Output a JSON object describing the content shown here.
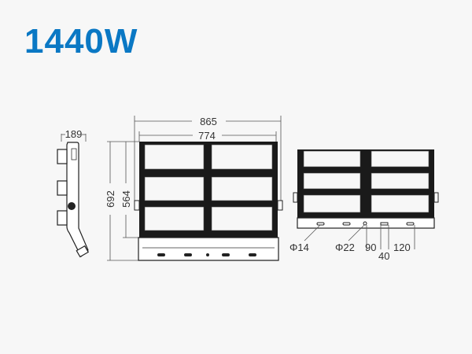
{
  "title": "1440W",
  "side_view": {
    "depth_label": "189"
  },
  "front_view": {
    "overall_width_label": "865",
    "frame_width_label": "774",
    "overall_height_label": "692",
    "frame_height_label": "564"
  },
  "rear_view": {
    "callouts": [
      "Φ14",
      "Φ22",
      "90",
      "40",
      "120"
    ]
  },
  "colors": {
    "title": "#0a78c4",
    "line": "#1a1a1a",
    "background": "#f7f7f7"
  }
}
